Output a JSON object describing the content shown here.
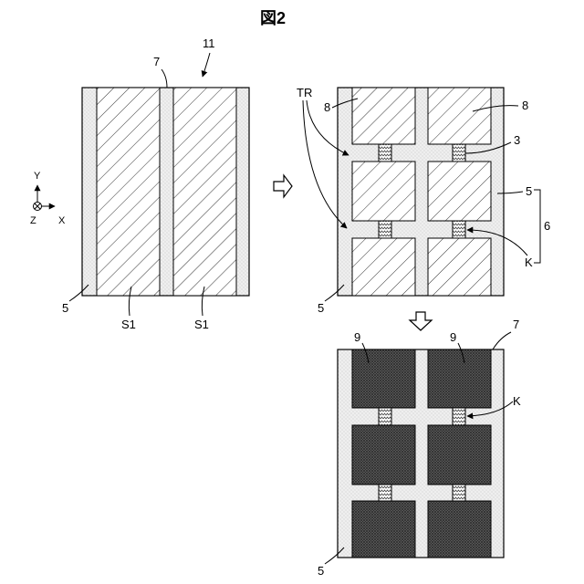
{
  "figure": {
    "title": "図2"
  },
  "panel_a": {
    "label_substrate": "11",
    "label_groove": "7",
    "label_frame": "5",
    "label_strip_left": "S1",
    "label_strip_right": "S1"
  },
  "axes": {
    "y": "Y",
    "z": "Z",
    "x": "X"
  },
  "panel_b": {
    "label_tr": "TR",
    "label_block_left": "8",
    "label_block_right": "8",
    "label_bridge": "3",
    "label_frame_right": "5",
    "label_group": "6",
    "label_k": "K",
    "label_frame_bottom": "5"
  },
  "panel_c": {
    "label_pad_left": "9",
    "label_pad_right": "9",
    "label_groove": "7",
    "label_k": "K",
    "label_frame_bottom": "5"
  }
}
